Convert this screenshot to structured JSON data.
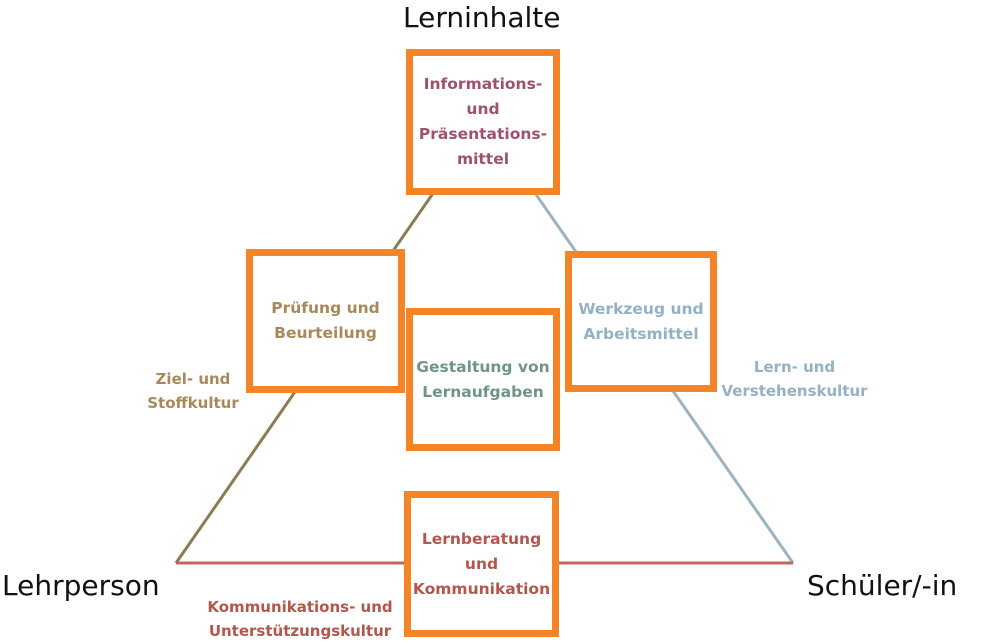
{
  "corners": {
    "top": "Lerninhalte",
    "left": "Lehrperson",
    "right": "Schüler/-in"
  },
  "cultures": {
    "left": "Ziel- und\nStoffkultur",
    "right": "Lern- und\nVerstehenskultur",
    "bottom": "Kommunikations- und\nUnterstützungskultur"
  },
  "boxes": {
    "top": "Informations-\nund\nPräsentations-\nmittel",
    "left": "Prüfung und\nBeurteilung",
    "center": "Gestaltung von\nLernaufgaben",
    "right": "Werkzeug und\nArbeitsmittel",
    "bottom": "Lernberatung\nund\nKommunikation"
  },
  "colors": {
    "box_border": "#f58426",
    "left_edge": "#8b7d52",
    "right_edge": "#9bb4c0",
    "bottom_edge": "#c0675b",
    "left_text": "#a8895a",
    "right_text": "#93b2c4",
    "bottom_text": "#b5564c",
    "top_box_text": "#a0506e",
    "center_box_text": "#6f9585",
    "corner_text": "#111111"
  }
}
